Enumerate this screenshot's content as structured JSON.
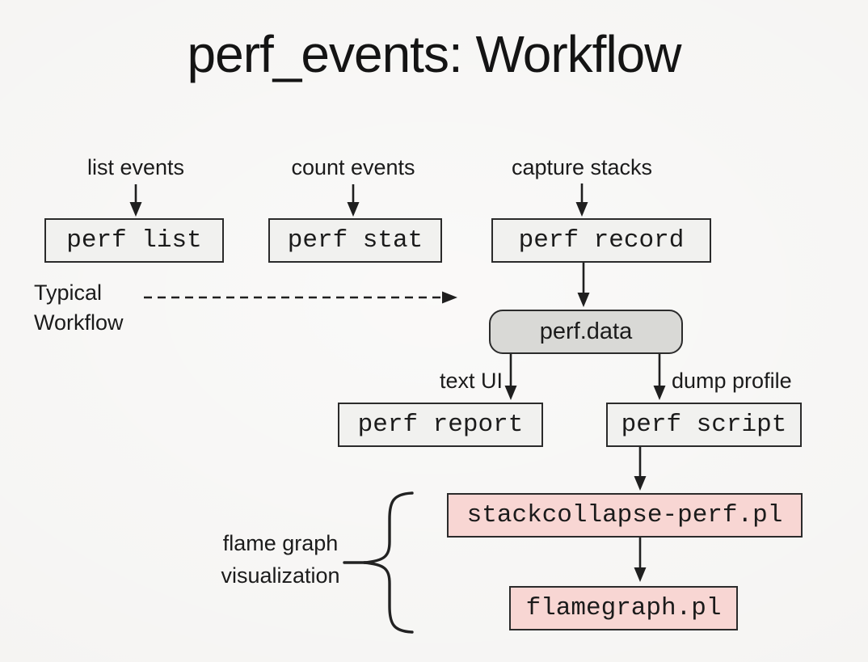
{
  "title": "perf_events: Workflow",
  "flow": {
    "top_labels": {
      "list": "list events",
      "count": "count events",
      "capture": "capture stacks"
    },
    "boxes": {
      "perf_list": "perf list",
      "perf_stat": "perf stat",
      "perf_record": "perf record",
      "perf_data": "perf.data",
      "perf_report": "perf report",
      "perf_script": "perf script",
      "stackcollapse": "stackcollapse-perf.pl",
      "flamegraph": "flamegraph.pl"
    },
    "edge_labels": {
      "text_ui": "text UI",
      "dump_profile": "dump profile"
    },
    "typical_workflow": {
      "line1": "Typical",
      "line2": "Workflow"
    },
    "flame_graph_caption": {
      "line1": "flame graph",
      "line2": "visualization"
    }
  },
  "colors": {
    "background": "#f4f3f1",
    "box_fill": "#f1f1ef",
    "data_fill": "#d9d9d6",
    "pink_fill": "#f8d6d3",
    "border": "#2b2b2b",
    "arrow": "#1f1f1f",
    "text": "#1b1b1b"
  }
}
